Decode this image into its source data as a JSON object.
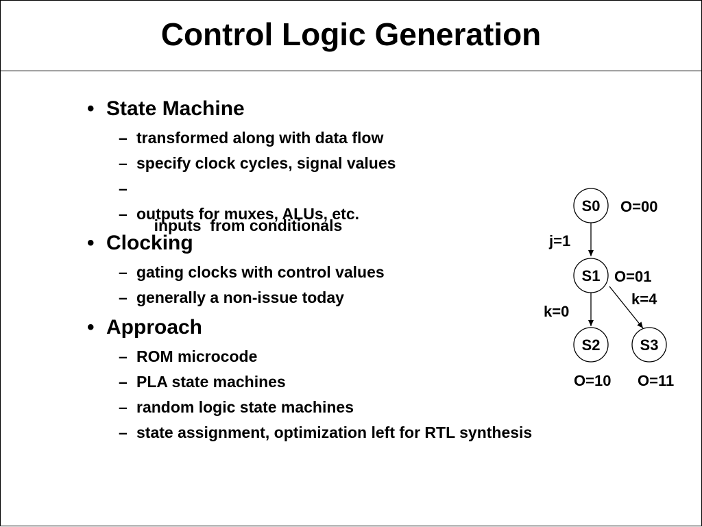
{
  "title": "Control Logic Generation",
  "sections": [
    {
      "heading": "State Machine",
      "items": [
        "transformed along with data flow",
        "specify clock cycles, signal values",
        "inputs  from conditionals",
        "outputs for muxes, ALUs, etc."
      ]
    },
    {
      "heading": "Clocking",
      "items": [
        "gating clocks with control values",
        "generally a non-issue today"
      ]
    },
    {
      "heading": "Approach",
      "items": [
        "ROM microcode",
        "PLA state machines",
        "random logic state machines",
        "state assignment, optimization left for RTL synthesis"
      ]
    }
  ],
  "bullet_glyph": "•",
  "dash_glyph": "–",
  "state_diagram": {
    "states": [
      "S0",
      "S1",
      "S2",
      "S3"
    ],
    "outputs": [
      "O=00",
      "O=01",
      "O=10",
      "O=11"
    ],
    "transitions": [
      {
        "from": "S0",
        "to": "S1",
        "label": "j=1"
      },
      {
        "from": "S1",
        "to": "S2",
        "label": "k=0"
      },
      {
        "from": "S1",
        "to": "S3",
        "label": "k=4"
      }
    ]
  }
}
